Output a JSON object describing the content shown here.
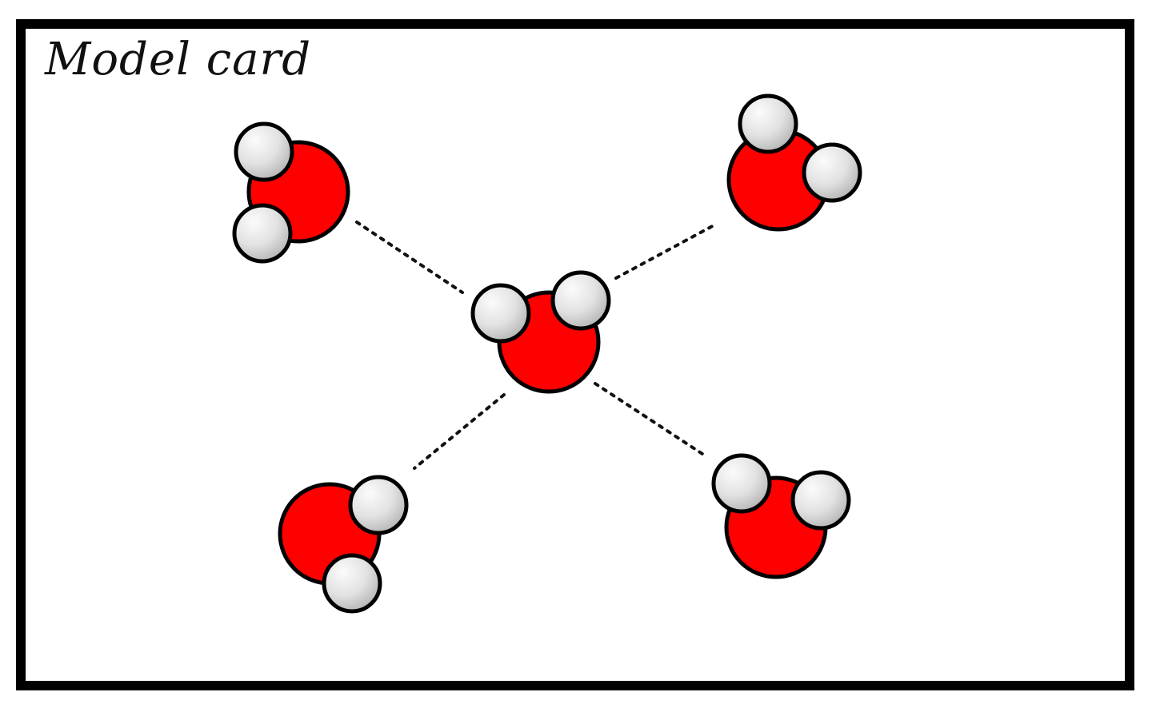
{
  "card": {
    "title": "Model card"
  },
  "colors": {
    "oxygen": "#ff0000",
    "hydrogen_light": "#f5f5f5",
    "hydrogen_dark": "#bdbdbd",
    "outline": "#000000"
  },
  "molecules": [
    {
      "id": "center",
      "element_oxygen": "O",
      "element_hydrogen": "H",
      "hydrogen_count": 2
    },
    {
      "id": "top-left",
      "element_oxygen": "O",
      "element_hydrogen": "H",
      "hydrogen_count": 2
    },
    {
      "id": "top-right",
      "element_oxygen": "O",
      "element_hydrogen": "H",
      "hydrogen_count": 2
    },
    {
      "id": "bottom-left",
      "element_oxygen": "O",
      "element_hydrogen": "H",
      "hydrogen_count": 2
    },
    {
      "id": "bottom-right",
      "element_oxygen": "O",
      "element_hydrogen": "H",
      "hydrogen_count": 2
    }
  ],
  "bonds": [
    {
      "from": "center",
      "to": "top-left",
      "style": "dotted"
    },
    {
      "from": "center",
      "to": "top-right",
      "style": "dotted"
    },
    {
      "from": "center",
      "to": "bottom-left",
      "style": "dotted"
    },
    {
      "from": "center",
      "to": "bottom-right",
      "style": "dotted"
    }
  ]
}
